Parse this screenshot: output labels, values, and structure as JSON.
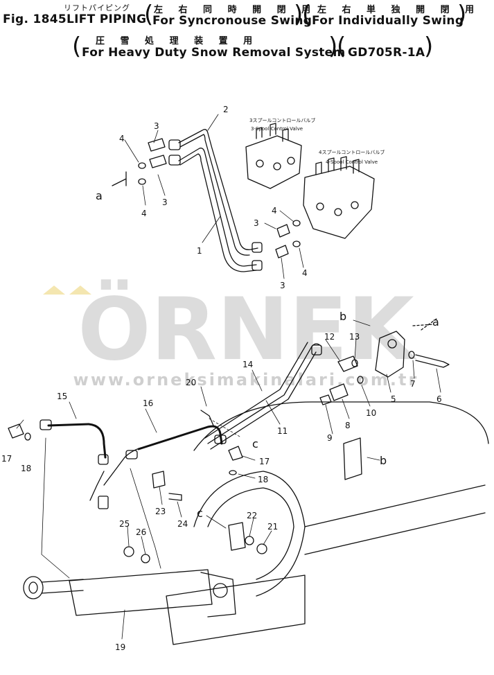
{
  "header": {
    "fig_label": "Fig. 1845",
    "title": "LIFT PIPING",
    "title_jp": "リフトパイピング",
    "sync_jp": "左 右 同 時 開 閉 用",
    "sync_en": "For Syncronouse Swing",
    "indiv_jp": "左 右 単 独 開 閉 用",
    "indiv_en": "For Individually Swing",
    "heavy_jp": "圧 雪 処 理 装 置 用",
    "heavy_en": "For Heavy Duty Snow Removal System",
    "model": "GD705R-1A"
  },
  "valves": {
    "valve3_jp": "3スプールコントロールバルブ",
    "valve3_en": "3-Spool Control Valve",
    "valve4_jp": "4スプールコントロールバルブ",
    "valve4_en": "4-Spool Control Valve"
  },
  "watermark": {
    "brand": "ÖRNEK",
    "url": "www.orneksimakinalari.com.tr"
  },
  "callouts": {
    "n1": "1",
    "n2": "2",
    "n3": "3",
    "n4": "4",
    "n5": "5",
    "n6": "6",
    "n7": "7",
    "n8": "8",
    "n9": "9",
    "n10": "10",
    "n11": "11",
    "n12": "12",
    "n13": "13",
    "n14": "14",
    "n15": "15",
    "n16": "16",
    "n17": "17",
    "n18": "18",
    "n19": "19",
    "n20": "20",
    "n21": "21",
    "n22": "22",
    "n23": "23",
    "n24": "24",
    "n25": "25",
    "n26": "26",
    "a": "a",
    "b": "b",
    "c": "c"
  },
  "colors": {
    "line": "#111111",
    "watermark": "#dcdcdc",
    "watermark_accent": "#f4e6b0"
  }
}
